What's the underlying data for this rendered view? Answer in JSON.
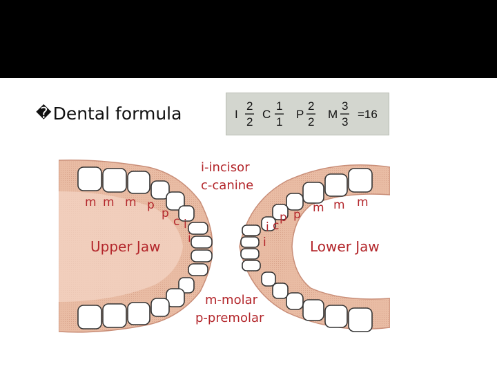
{
  "slide": {
    "bullet_glyph": "�",
    "bullet_text": "Dental formula"
  },
  "formula": {
    "terms": [
      {
        "letter": "I",
        "upper": "2",
        "lower": "2"
      },
      {
        "letter": "C",
        "upper": "1",
        "lower": "1"
      },
      {
        "letter": "P",
        "upper": "2",
        "lower": "2"
      },
      {
        "letter": "M",
        "upper": "3",
        "lower": "3"
      }
    ],
    "total": "=16"
  },
  "diagram": {
    "legend_incisor": "i-incisor",
    "legend_canine": "c-canine",
    "legend_molar": "m-molar",
    "legend_premolar": "p-premolar",
    "upper_jaw_label": "Upper Jaw",
    "lower_jaw_label": "Lower Jaw",
    "tooth_letters": {
      "m": "m",
      "p": "p",
      "c": "c",
      "i": "i"
    }
  },
  "colors": {
    "gum": "#e8b9a0",
    "gum_edge": "#c98e78",
    "palate": "#f3d6c6",
    "label_red": "#b3262b",
    "formula_bg": "#d3d6cf"
  }
}
